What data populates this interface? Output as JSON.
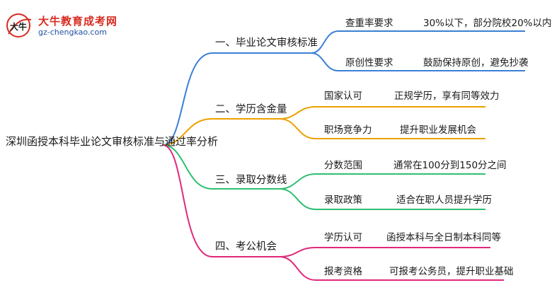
{
  "logo": {
    "title": "大牛教育成考网",
    "url": "gz-chengkao.com",
    "mark_text": "大牛"
  },
  "root": {
    "label": "深圳函授本科毕业论文审核标准与通过率分析"
  },
  "branches": [
    {
      "label": "一、毕业论文审核标准",
      "color": "#3b7fd6",
      "leaves": [
        {
          "key": "查重率要求",
          "value": "30%以下，部分院校20%以内"
        },
        {
          "key": "原创性要求",
          "value": "鼓励保持原创，避免抄袭"
        }
      ]
    },
    {
      "label": "二、学历含金量",
      "color": "#eca100",
      "leaves": [
        {
          "key": "国家认可",
          "value": "正规学历，享有同等效力"
        },
        {
          "key": "职场竞争力",
          "value": "提升职业发展机会"
        }
      ]
    },
    {
      "label": "三、录取分数线",
      "color": "#2fbf71",
      "leaves": [
        {
          "key": "分数范围",
          "value": "通常在100分到150分之间"
        },
        {
          "key": "录取政策",
          "value": "适合在职人员提升学历"
        }
      ]
    },
    {
      "label": "四、考公机会",
      "color": "#e0287b",
      "leaves": [
        {
          "key": "学历认可",
          "value": "函授本科与全日制本科同等"
        },
        {
          "key": "报考资格",
          "value": "可报考公务员，提升职业基础"
        }
      ]
    }
  ]
}
